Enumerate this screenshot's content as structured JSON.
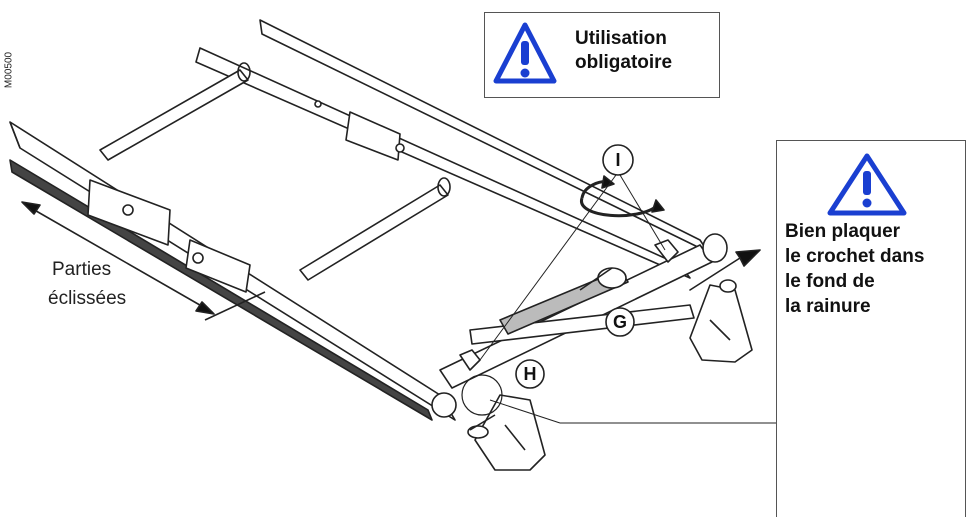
{
  "reference_code": "M00500",
  "warning_box": {
    "line1": "Utilisation",
    "line2": "obligatoire",
    "icon": "warning-triangle-icon"
  },
  "detail_box": {
    "lines": [
      "Bien plaquer",
      "le crochet dans",
      "le fond de",
      "la rainure"
    ],
    "icon": "warning-triangle-icon"
  },
  "splice_label": {
    "line1": "Parties",
    "line2": "éclissées"
  },
  "callouts": {
    "i": "I",
    "g": "G",
    "h": "H"
  },
  "colors": {
    "warning_blue": "#1a3fd1",
    "line": "#222222",
    "shade": "#d8d8d8"
  }
}
